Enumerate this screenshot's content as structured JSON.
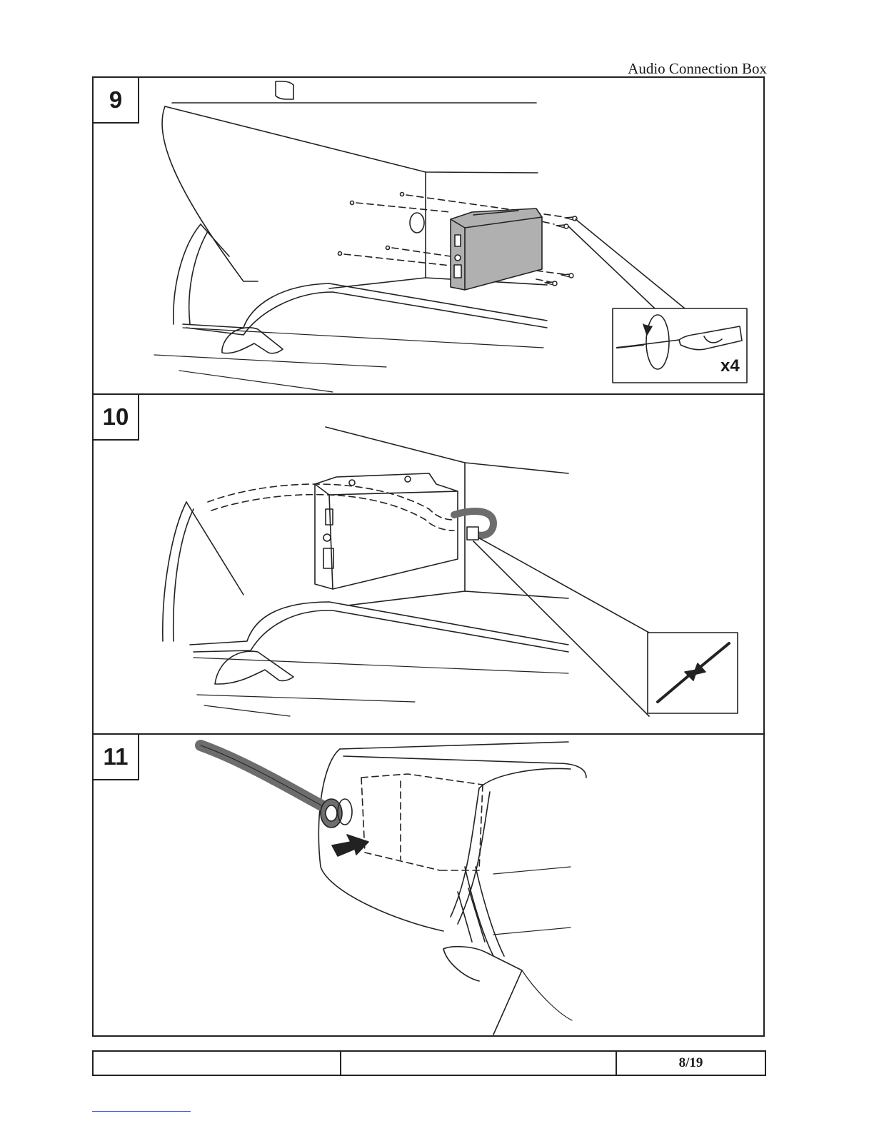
{
  "header": {
    "title": "Audio Connection Box"
  },
  "steps": [
    {
      "number": "9",
      "callout_label": "x4"
    },
    {
      "number": "10"
    },
    {
      "number": "11"
    }
  ],
  "footer": {
    "cell1": "",
    "cell2": "",
    "page": "8/19"
  },
  "colors": {
    "line": "#222222",
    "box_fill": "#b0b0b0",
    "cable": "#6d6d6d"
  }
}
